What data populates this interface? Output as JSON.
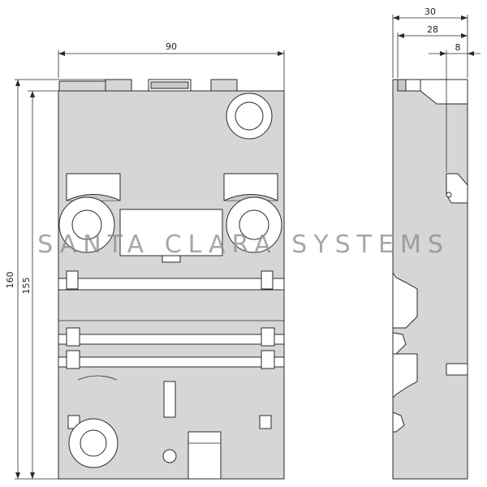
{
  "dimensions": {
    "front_width": "90",
    "front_height_total": "160",
    "front_height_inner": "155",
    "side_depth_total": "30",
    "side_depth_inner": "28",
    "side_depth_small": "8"
  },
  "watermark": {
    "text": "SANTA CLARA SYSTEMS"
  }
}
